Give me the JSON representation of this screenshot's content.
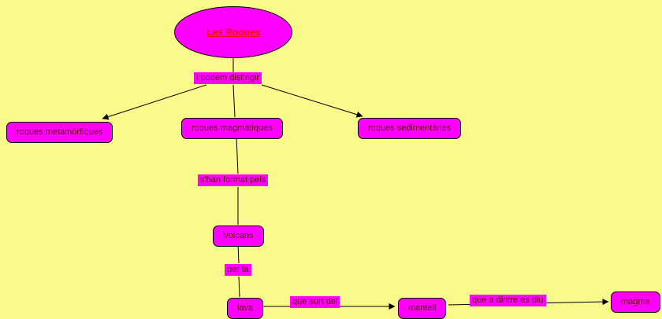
{
  "map": {
    "root": {
      "label": "Les Roques"
    },
    "concepts": {
      "metamorfiques": "roques metamòrfiques",
      "magmatiques": "roques magmàtiques",
      "sedimentaries": "roques sedimentàries",
      "volcans": "Volcans",
      "lava": "lava",
      "mantell": "mantell",
      "magma": "magma"
    },
    "linking_phrases": {
      "distingir": "i podem distingir",
      "format": "s'han format pels",
      "per_la": "per la",
      "surt": "que surt del",
      "dintre": "que a dintre es diu"
    }
  },
  "colors": {
    "background": "#f9f98c",
    "node_fill": "#ff00ff",
    "node_border": "#000000",
    "root_text": "#ff0000",
    "text": "#5e0000"
  }
}
